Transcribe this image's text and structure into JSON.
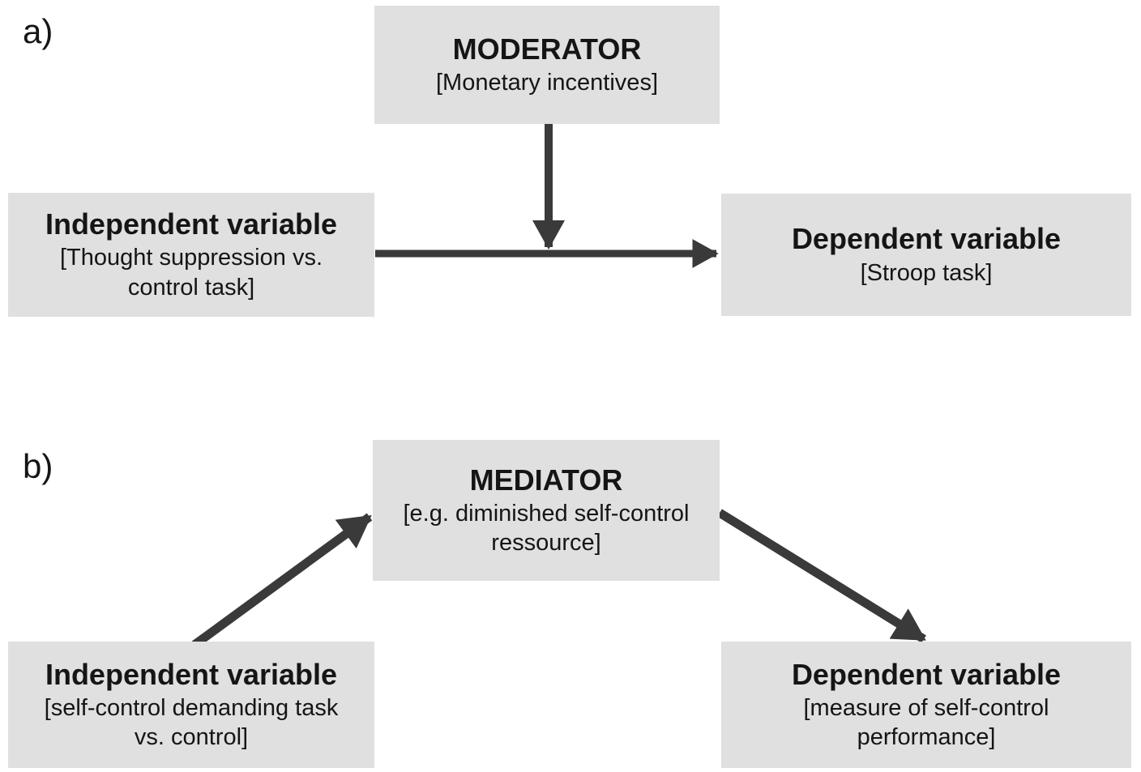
{
  "colors": {
    "background": "#ffffff",
    "box_fill": "#e0e0e0",
    "arrow": "#3a3a3a",
    "text": "#151515"
  },
  "panels": {
    "a": {
      "label": "a)",
      "moderator": {
        "title": "MODERATOR",
        "subtitle": "[Monetary incentives]"
      },
      "independent": {
        "title": "Independent variable",
        "subtitle": "[Thought suppression vs.\ncontrol task]"
      },
      "dependent": {
        "title": "Dependent variable",
        "subtitle": "[Stroop task]"
      },
      "arrows": [
        {
          "name": "moderator-down-arrow",
          "from": "moderator",
          "to": "iv-dv-path",
          "direction": "down"
        },
        {
          "name": "iv-to-dv-arrow",
          "from": "independent",
          "to": "dependent",
          "direction": "right"
        }
      ]
    },
    "b": {
      "label": "b)",
      "mediator": {
        "title": "MEDIATOR",
        "subtitle": "[e.g. diminished self-control\nressource]"
      },
      "independent": {
        "title": "Independent variable",
        "subtitle": "[self-control demanding task\nvs. control]"
      },
      "dependent": {
        "title": "Dependent variable",
        "subtitle": "[measure of self-control\nperformance]"
      },
      "arrows": [
        {
          "name": "iv-to-mediator-arrow",
          "from": "independent",
          "to": "mediator",
          "direction": "up-right"
        },
        {
          "name": "mediator-to-dv-arrow",
          "from": "mediator",
          "to": "dependent",
          "direction": "down-right"
        }
      ]
    }
  }
}
